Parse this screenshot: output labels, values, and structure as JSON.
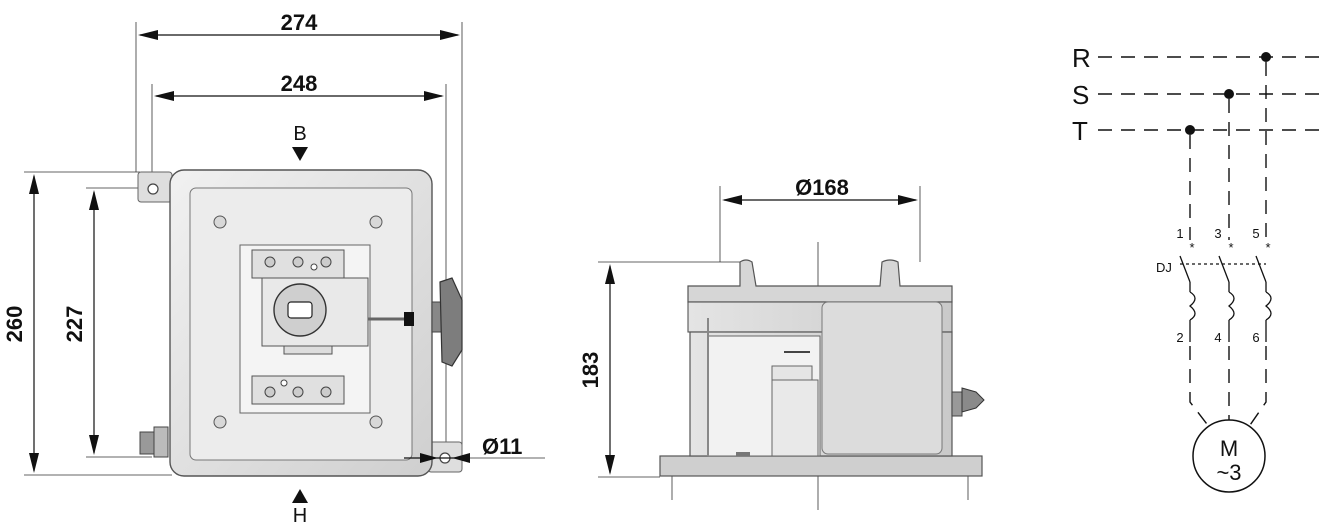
{
  "front_view": {
    "dim_overall_width": "274",
    "dim_mounting_width": "248",
    "dim_overall_height": "260",
    "dim_mounting_height": "227",
    "dim_hole": "Ø11",
    "label_top": "B",
    "label_bottom": "H"
  },
  "side_view": {
    "dim_diameter": "Ø168",
    "dim_height": "183"
  },
  "schematic": {
    "phases": [
      "R",
      "S",
      "T"
    ],
    "terminals_top": [
      "1",
      "3",
      "5"
    ],
    "terminals_bottom": [
      "2",
      "4",
      "6"
    ],
    "breaker_label": "DJ",
    "motor_line1": "M",
    "motor_line2": "~3"
  }
}
